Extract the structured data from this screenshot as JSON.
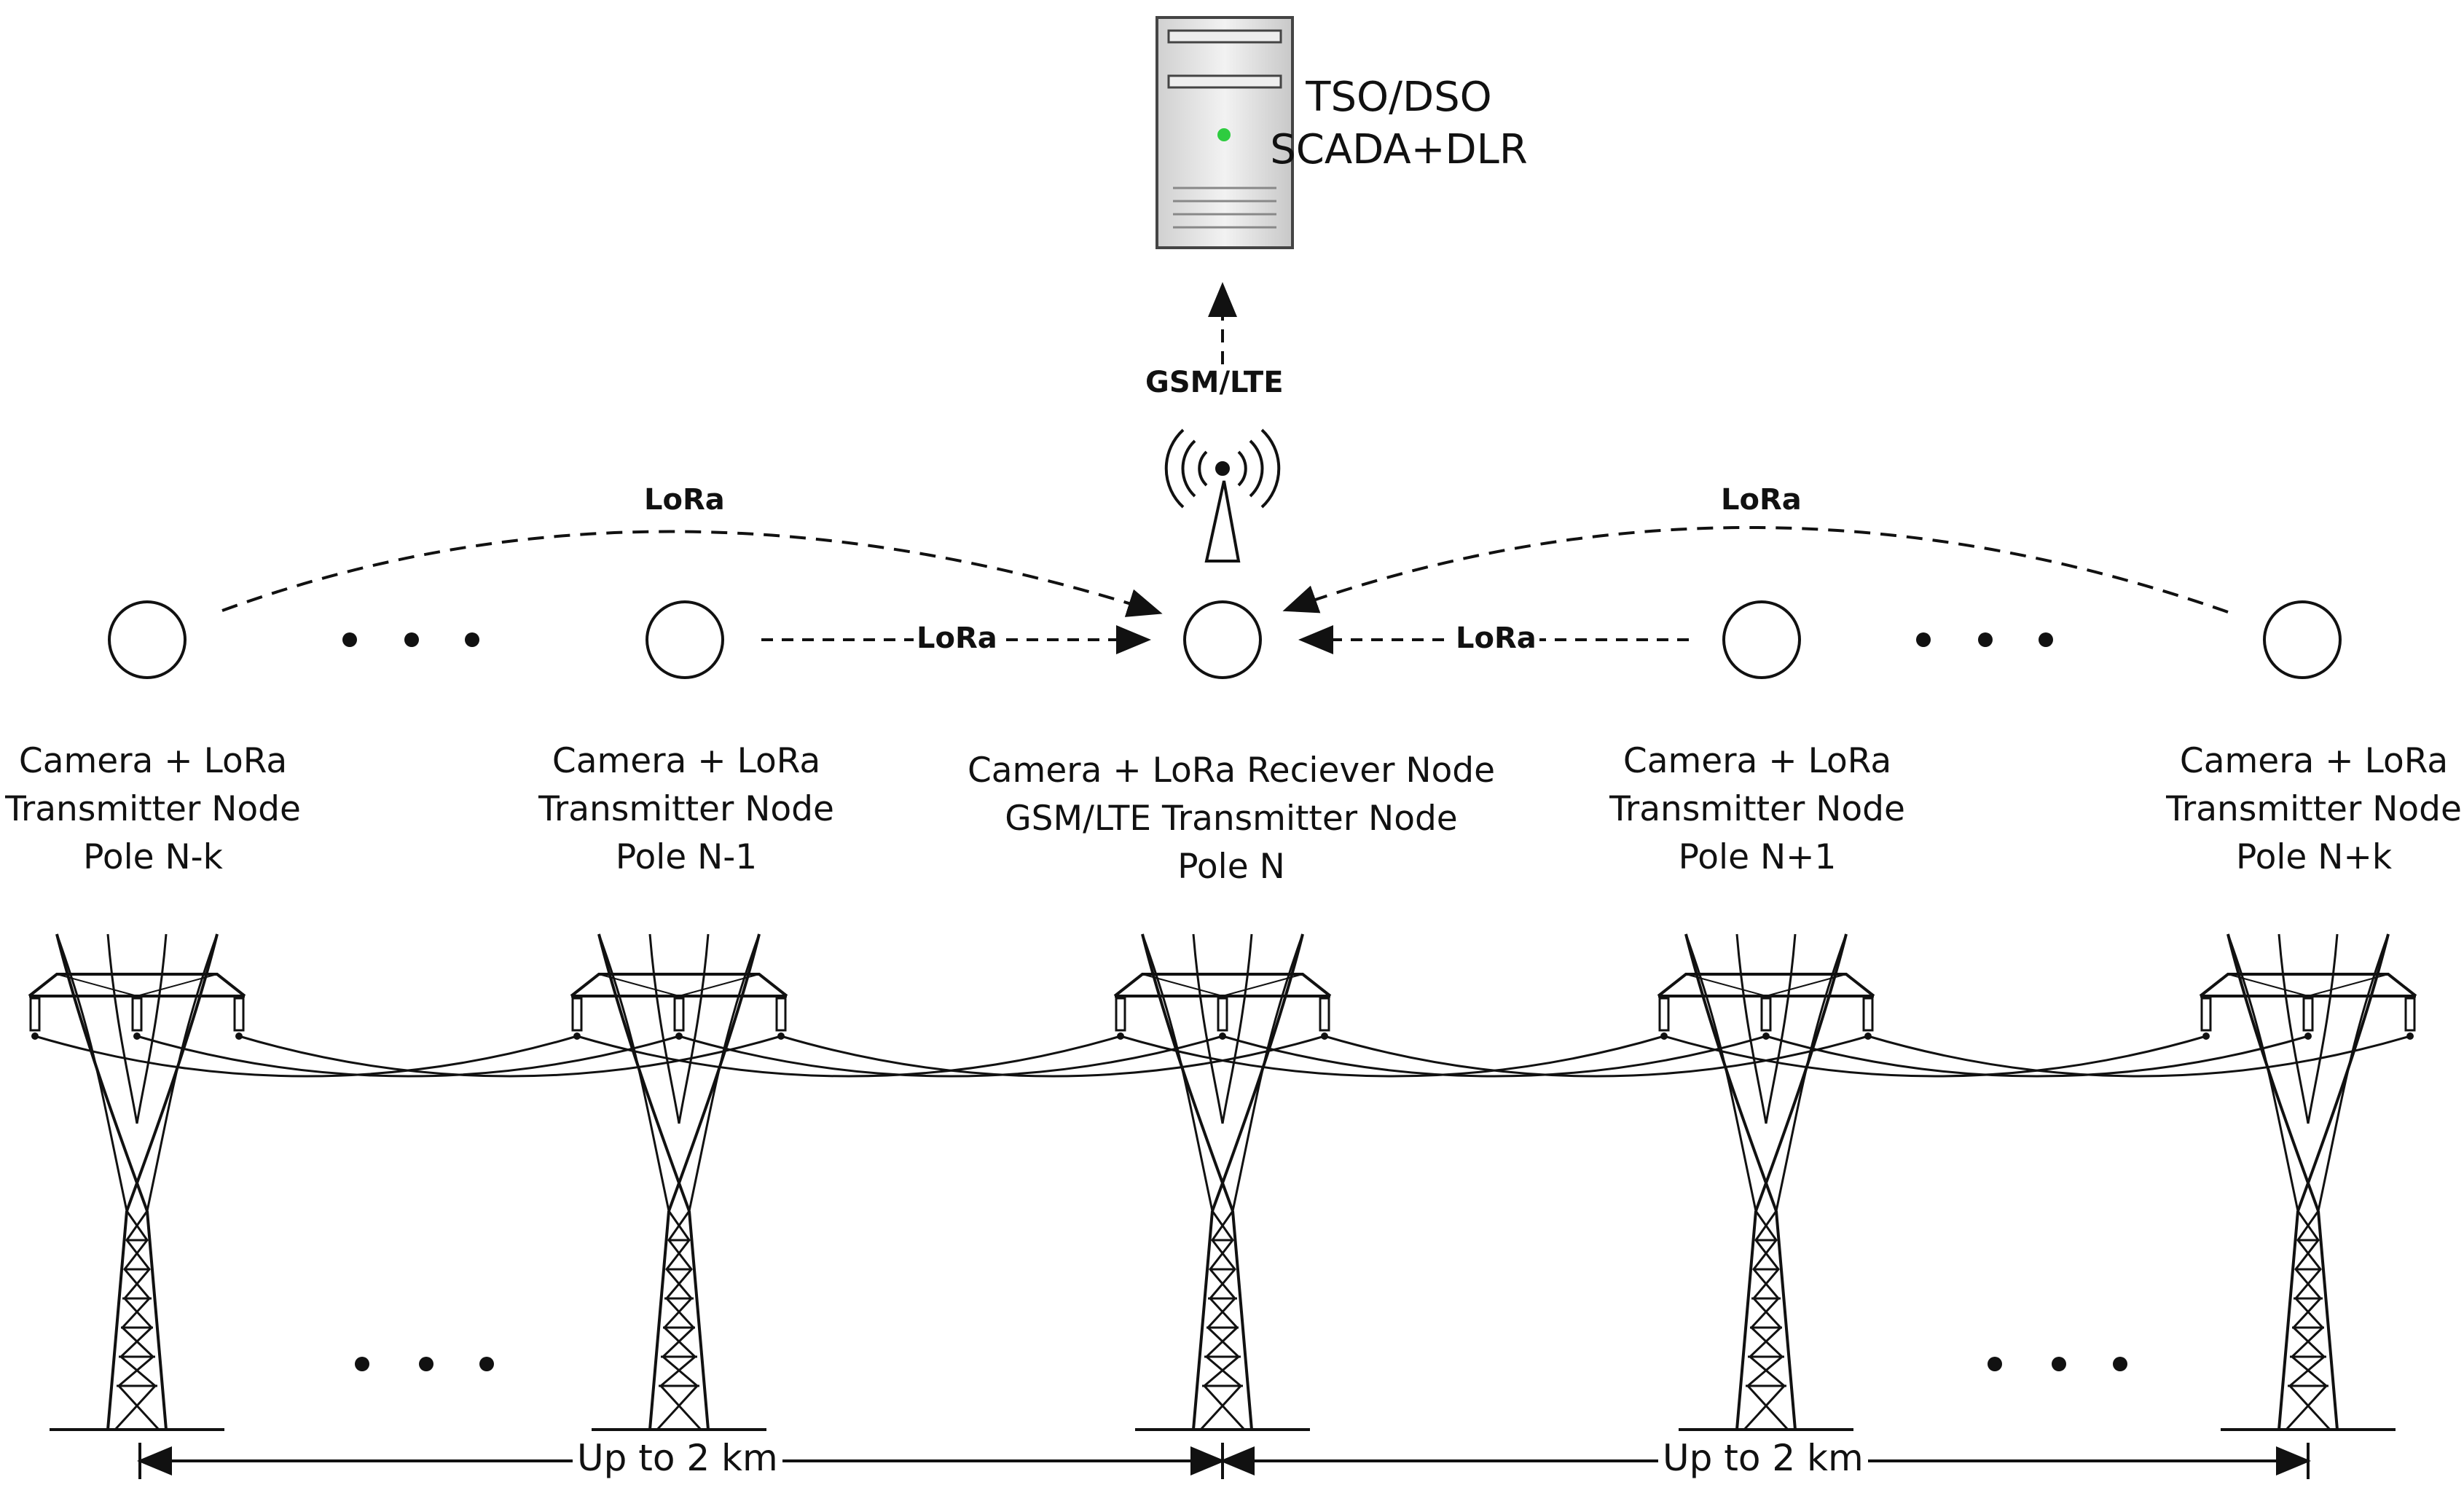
{
  "server": {
    "line1": "TSO/DSO",
    "line2": "SCADA+DLR",
    "led_color": "#2ecc40"
  },
  "links": {
    "uplink": "GSM/LTE",
    "lora_top_left": "LoRa",
    "lora_top_right": "LoRa",
    "lora_mid_left": "LoRa",
    "lora_mid_right": "LoRa"
  },
  "nodes": [
    {
      "line1": "Camera + LoRa",
      "line2": "Transmitter Node",
      "line3": "Pole N-k"
    },
    {
      "line1": "Camera + LoRa",
      "line2": "Transmitter Node",
      "line3": "Pole N-1"
    },
    {
      "line1": "Camera + LoRa  Reciever Node",
      "line2": "GSM/LTE Transmitter Node",
      "line3": "Pole N"
    },
    {
      "line1": "Camera + LoRa",
      "line2": "Transmitter Node",
      "line3": "Pole N+1"
    },
    {
      "line1": "Camera + LoRa",
      "line2": "Transmitter Node",
      "line3": "Pole N+k"
    }
  ],
  "distances": {
    "left": "Up to 2 km",
    "right": "Up to 2 km"
  },
  "icons": [
    "server-icon",
    "antenna-tower-icon",
    "node-circle-icon",
    "transmission-tower-icon",
    "ellipsis-dots-icon"
  ]
}
